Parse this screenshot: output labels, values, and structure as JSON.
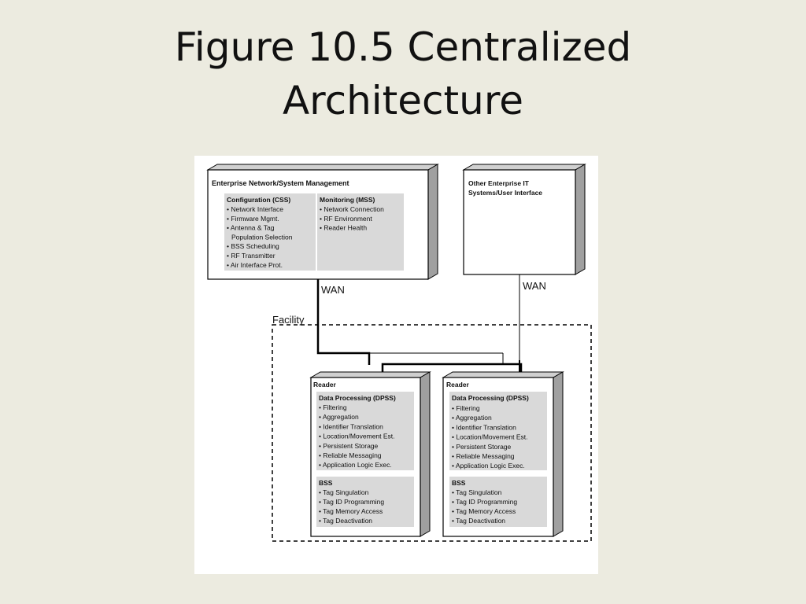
{
  "slide": {
    "title_line1": "Figure 10.5 Centralized",
    "title_line2": "Architecture"
  },
  "diagram": {
    "enterprise": {
      "title": "Enterprise Network/System Management",
      "css": {
        "title": "Configuration (CSS)",
        "items": [
          "• Network Interface",
          "• Firmware Mgmt.",
          "• Antenna & Tag",
          "Population Selection",
          "• BSS Scheduling",
          "• RF Transmitter",
          "• Air Interface Prot."
        ]
      },
      "mss": {
        "title": "Monitoring (MSS)",
        "items": [
          "• Network Connection",
          "• RF Environment",
          "• Reader Health"
        ]
      }
    },
    "other_it": {
      "title_line1": "Other Enterprise IT",
      "title_line2": "Systems/User Interface"
    },
    "wan_left": "WAN",
    "wan_right": "WAN",
    "facility": "Facility",
    "reader_left": {
      "title": "Reader",
      "dpss_title": "Data Processing (DPSS)",
      "dpss_items": [
        "• Filtering",
        "• Aggregation",
        "• Identifier Translation",
        "• Location/Movement Est.",
        "• Persistent Storage",
        "• Reliable Messaging",
        "• Application Logic Exec."
      ],
      "bss_title": "BSS",
      "bss_items": [
        "• Tag Singulation",
        "• Tag ID Programming",
        "• Tag Memory Access",
        "• Tag Deactivation"
      ]
    },
    "reader_right": {
      "title": "Reader",
      "dpss_title": "Data Processing (DPSS)",
      "dpss_items": [
        "• Filtering",
        "• Aggregation",
        "• Identifier Translation",
        "• Location/Movement Est.",
        "• Persistent Storage",
        "• Reliable Messaging",
        "• Application Logic Exec."
      ],
      "bss_title": "BSS",
      "bss_items": [
        "• Tag Singulation",
        "• Tag ID Programming",
        "• Tag Memory Access",
        "• Tag Deactivation"
      ]
    },
    "colors": {
      "slide_background": "#ecebe0",
      "box_fill": "#ffffff",
      "box_side": "#a0a0a0",
      "box_top": "#d0d0d0",
      "panel_fill": "#d9d9d9",
      "line": "#000000"
    }
  }
}
